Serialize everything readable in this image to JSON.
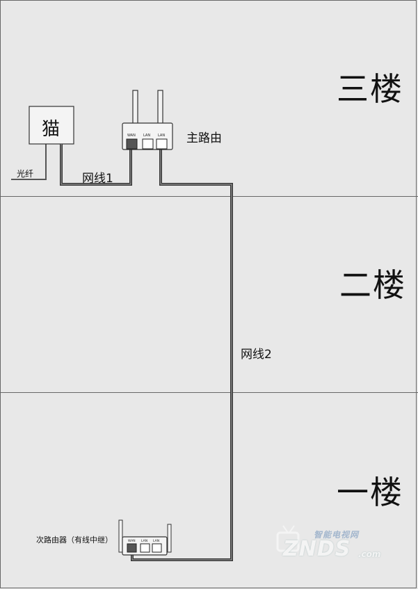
{
  "floors": {
    "top": "三楼",
    "middle": "二楼",
    "bottom": "一楼"
  },
  "devices": {
    "modem": "猫",
    "main_router": "主路由",
    "secondary_router": "次路由器（有线中继）",
    "ports": {
      "wan": "WAN",
      "lan1": "LAN",
      "lan2": "LAN"
    }
  },
  "cables": {
    "fiber": "光纤",
    "cable1": "网线1",
    "cable2": "网线2"
  },
  "watermark": {
    "cn": "智能电视网",
    "en": "ZNDS",
    "suffix": ".com"
  }
}
